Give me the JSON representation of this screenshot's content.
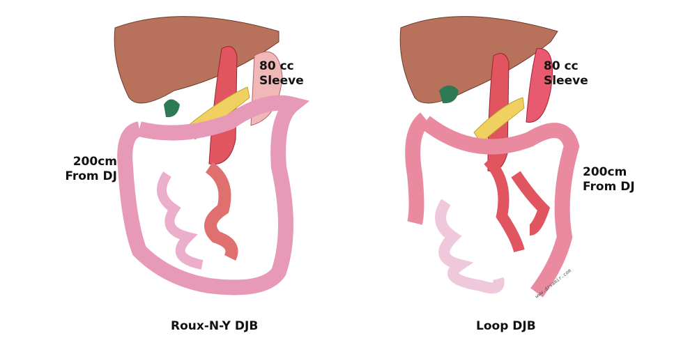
{
  "left_figure": {
    "sleeve_label": [
      "80 cc",
      "Sleeve"
    ],
    "limb_label": [
      "200cm",
      "From DJ"
    ],
    "caption": "Roux-N-Y DJB"
  },
  "right_figure": {
    "sleeve_label": [
      "80 cc",
      "Sleeve"
    ],
    "limb_label": [
      "200cm",
      "From DJ"
    ],
    "caption": "Loop DJB",
    "watermark": "www.drsamir.com"
  },
  "colors": {
    "liver": "#b8715a",
    "stomach": "#e05560",
    "bowel": "#e79ab8",
    "gallbladder": "#2e7a55",
    "pancreas": "#f0d060"
  }
}
